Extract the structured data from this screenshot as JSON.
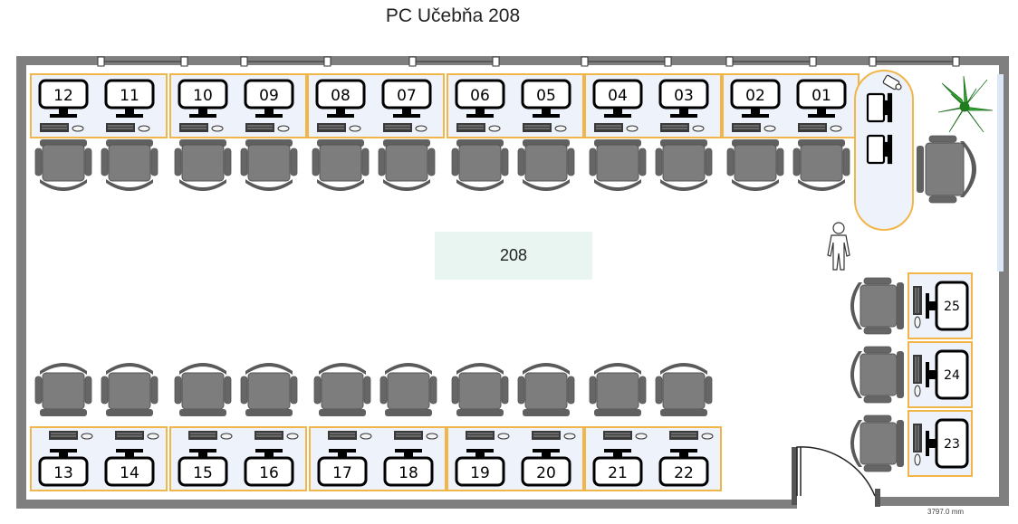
{
  "title": "PC Učebňa 208",
  "room_number": "208",
  "dimension_text": "3797.0 mm",
  "colors": {
    "wall": "#7f7f7f",
    "desk_border": "#f0b64a",
    "desk_fill": "#eef2fb",
    "room_label_bg": "#e9f5f1",
    "plant": "#2fa82f"
  },
  "stations": {
    "top_row": [
      "12",
      "11",
      "10",
      "09",
      "08",
      "07",
      "06",
      "05",
      "04",
      "03",
      "02",
      "01"
    ],
    "bottom_row": [
      "13",
      "14",
      "15",
      "16",
      "17",
      "18",
      "19",
      "20",
      "21",
      "22"
    ],
    "right_column": [
      "25",
      "24",
      "23"
    ]
  }
}
